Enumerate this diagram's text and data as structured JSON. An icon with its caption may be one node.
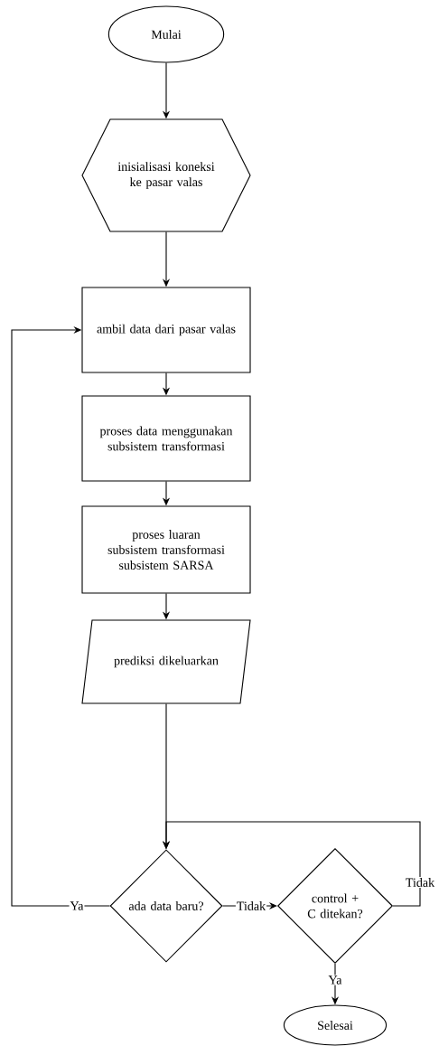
{
  "diagram": {
    "nodes": [
      {
        "text": [
          "Mulai"
        ]
      },
      {
        "text": [
          "inisialisasi koneksi ke pasar valas"
        ]
      },
      {
        "text": [
          "ambil data dari pasar valas"
        ]
      },
      {
        "text": [
          "proses data menggunakan subsistem transformasi"
        ]
      },
      {
        "text": [
          "proses luaran subsistem transformasi subsistem SARSA"
        ]
      },
      {
        "text": [
          "prediksi dikeluarkan"
        ]
      },
      {
        "text": [
          "ada data baru?"
        ]
      },
      {
        "text": [
          "control + C ditekan?"
        ]
      },
      {
        "text": [
          "Selesai"
        ]
      }
    ],
    "edges": [
      {
        "from": 0,
        "to": 1,
        "arrow": "to"
      },
      {
        "from": 1,
        "to": 2,
        "arrow": "to"
      },
      {
        "from": 2,
        "to": 3,
        "arrow": "to"
      },
      {
        "from": 3,
        "to": 4,
        "arrow": "to"
      },
      {
        "from": 4,
        "to": 5,
        "arrow": "to"
      },
      {
        "from": 5,
        "to": 6,
        "arrow": "to"
      },
      {
        "from": 6,
        "to": 2,
        "arrow": "to",
        "label": "Ya"
      },
      {
        "from": 6,
        "to": 7,
        "arrow": "to",
        "label": "Tidak"
      },
      {
        "from": 7,
        "to": 6,
        "arrow": "to",
        "label": "Tidak"
      },
      {
        "from": 7,
        "to": 8,
        "arrow": "to",
        "label": "Ya"
      }
    ]
  }
}
